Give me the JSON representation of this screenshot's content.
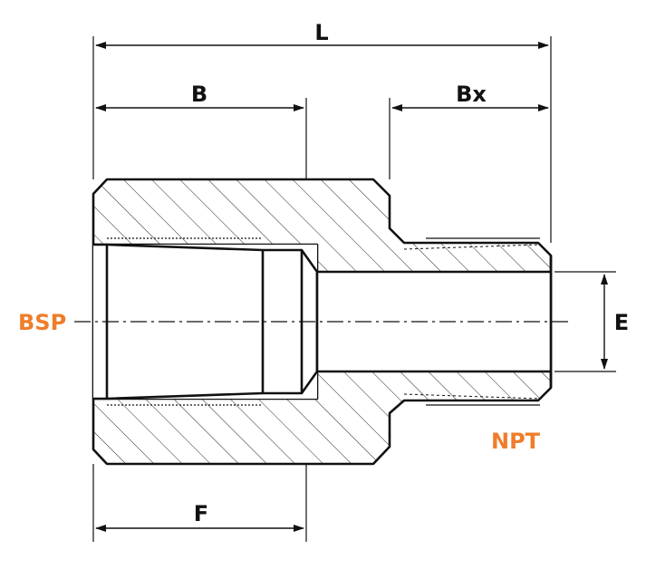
{
  "dimensions": {
    "overall_length": "L",
    "female_depth": "B",
    "male_length": "Bx",
    "bore_diameter": "E",
    "hex_width": "F"
  },
  "threads": {
    "female_thread": "BSP",
    "male_thread": "NPT"
  },
  "colors": {
    "line": "#111111",
    "accent": "#ef7d2b"
  }
}
